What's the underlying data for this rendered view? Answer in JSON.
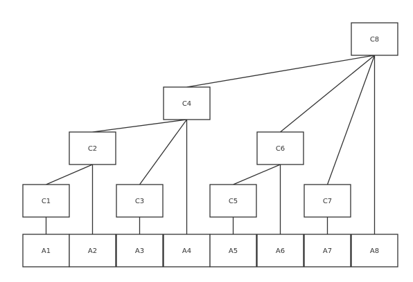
{
  "nodes": [
    {
      "id": "C8",
      "label": "C8"
    },
    {
      "id": "C4",
      "label": "C4"
    },
    {
      "id": "C2",
      "label": "C2"
    },
    {
      "id": "C6",
      "label": "C6"
    },
    {
      "id": "C1",
      "label": "C1"
    },
    {
      "id": "C3",
      "label": "C3"
    },
    {
      "id": "C5",
      "label": "C5"
    },
    {
      "id": "C7",
      "label": "C7"
    },
    {
      "id": "A1",
      "label": "A1"
    },
    {
      "id": "A2",
      "label": "A2"
    },
    {
      "id": "A3",
      "label": "A3"
    },
    {
      "id": "A4",
      "label": "A4"
    },
    {
      "id": "A5",
      "label": "A5"
    },
    {
      "id": "A6",
      "label": "A6"
    },
    {
      "id": "A7",
      "label": "A7"
    },
    {
      "id": "A8",
      "label": "A8"
    }
  ],
  "edges": [
    {
      "from": "C8",
      "to": "C4"
    },
    {
      "from": "C8",
      "to": "C6"
    },
    {
      "from": "C8",
      "to": "C7"
    },
    {
      "from": "C8",
      "to": "A8"
    },
    {
      "from": "C4",
      "to": "C2"
    },
    {
      "from": "C4",
      "to": "C3"
    },
    {
      "from": "C4",
      "to": "A4"
    },
    {
      "from": "C2",
      "to": "C1"
    },
    {
      "from": "C2",
      "to": "A2"
    },
    {
      "from": "C6",
      "to": "C5"
    },
    {
      "from": "C6",
      "to": "A6"
    },
    {
      "from": "C1",
      "to": "A1"
    },
    {
      "from": "C3",
      "to": "A3"
    },
    {
      "from": "C5",
      "to": "A5"
    },
    {
      "from": "C7",
      "to": "A7"
    }
  ]
}
